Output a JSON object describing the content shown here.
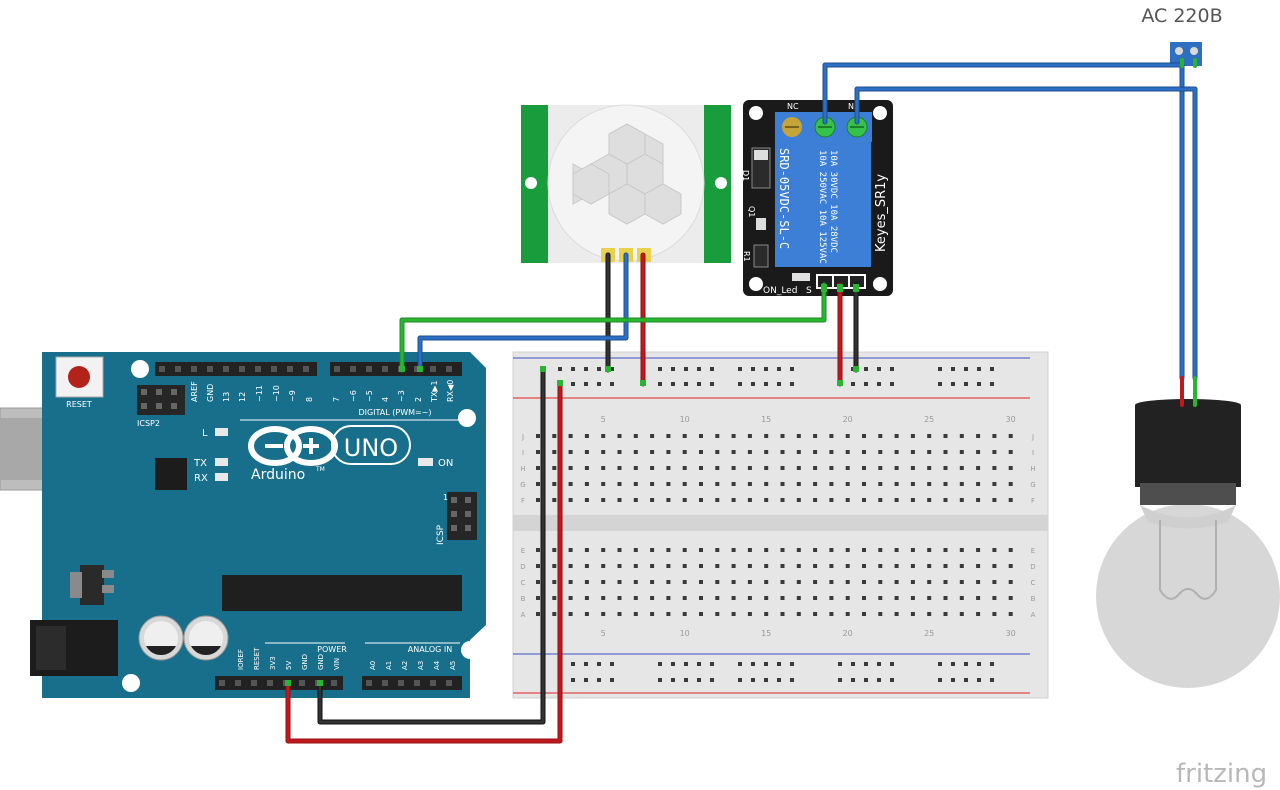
{
  "power": {
    "label": "AC 220B"
  },
  "arduino": {
    "logo_text": "Arduino",
    "model": "UNO",
    "tm": "TM",
    "reset": "RESET",
    "icsp2": "ICSP2",
    "icsp": "ICSP",
    "icsp_pin1": "1",
    "on": "ON",
    "led_l": "L",
    "led_tx": "TX",
    "led_rx": "RX",
    "digital_title": "DIGITAL (PWM=~)",
    "power_title": "POWER",
    "analog_title": "ANALOG IN",
    "digital_pins": [
      "AREF",
      "GND",
      "13",
      "12",
      "~11",
      "~10",
      "~9",
      "8",
      "7",
      "~6",
      "~5",
      "4",
      "~3",
      "2",
      "TX▶1",
      "RX◀0"
    ],
    "power_pins": [
      "IOREF",
      "RESET",
      "3V3",
      "5V",
      "GND",
      "GND",
      "VIN"
    ],
    "analog_pins": [
      "A0",
      "A1",
      "A2",
      "A3",
      "A4",
      "A5"
    ]
  },
  "relay": {
    "label_nc": "NC",
    "label_no": "N",
    "line1": "10A 250VAC  10A 125VAC",
    "line2": "10A 30VDC  10A 28VDC",
    "model": "SRD-05VDC-SL-C",
    "brand": "Keyes_SR1y",
    "d1": "D1",
    "q1": "Q1",
    "r1": "R1",
    "on_led": "ON_Led",
    "s": "S"
  },
  "breadboard": {
    "col_numbers": [
      "5",
      "10",
      "15",
      "20",
      "25",
      "30"
    ],
    "row_letters_top": [
      "J",
      "I",
      "H",
      "G",
      "F"
    ],
    "row_letters_bottom": [
      "E",
      "D",
      "C",
      "B",
      "A"
    ]
  },
  "watermark": "fritzing",
  "colors": {
    "arduino": "#176f8b",
    "arduino_dark": "#0f5b74",
    "relay_board": "#1a1a1a",
    "relay_block": "#3d7fd6",
    "pir_board": "#189c3c",
    "wire_red": "#c0181c",
    "wire_black": "#1a1a1a",
    "wire_blue": "#2d6fc4",
    "wire_green": "#29b531",
    "breadboard": "#e8e8e8"
  }
}
